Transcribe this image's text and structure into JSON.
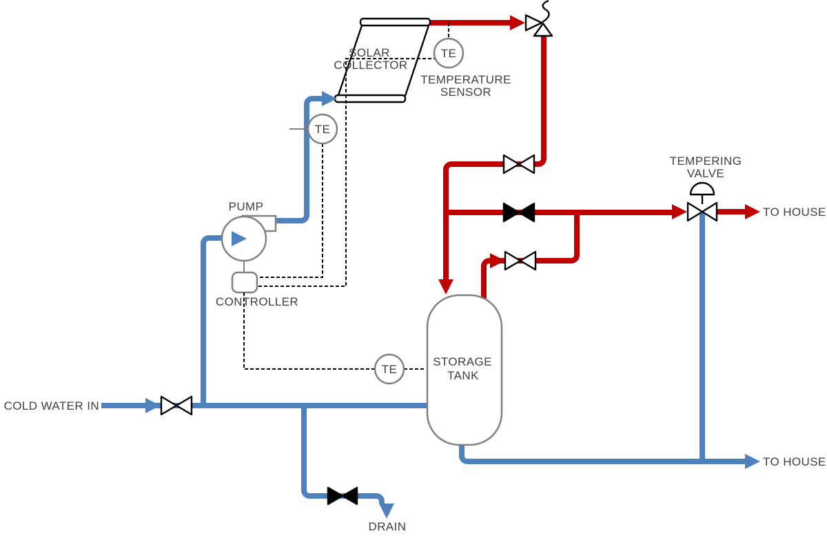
{
  "diagram": {
    "description": "Solar water heating system piping and instrumentation diagram",
    "colors": {
      "hot_pipe": "#c00000",
      "cold_pipe": "#4f81bd",
      "equipment_outline": "#808080",
      "valve_outline": "#000000",
      "signal_line": "#000000",
      "label_text": "#404040",
      "background": "#ffffff"
    },
    "labels": {
      "solar_collector": [
        "SOLAR",
        "COLLECTOR"
      ],
      "temperature_sensor": [
        "TEMPERATURE",
        "SENSOR"
      ],
      "pump": "PUMP",
      "controller": "CONTROLLER",
      "storage_tank": [
        "STORAGE",
        "TANK"
      ],
      "tempering_valve": [
        "TEMPERING",
        "VALVE"
      ],
      "to_house_top": "TO HOUSE",
      "to_house_bottom": "TO HOUSE",
      "cold_water_in": "COLD WATER IN",
      "drain": "DRAIN",
      "te_collector": "TE",
      "te_supply": "TE",
      "te_tank": "TE"
    }
  }
}
